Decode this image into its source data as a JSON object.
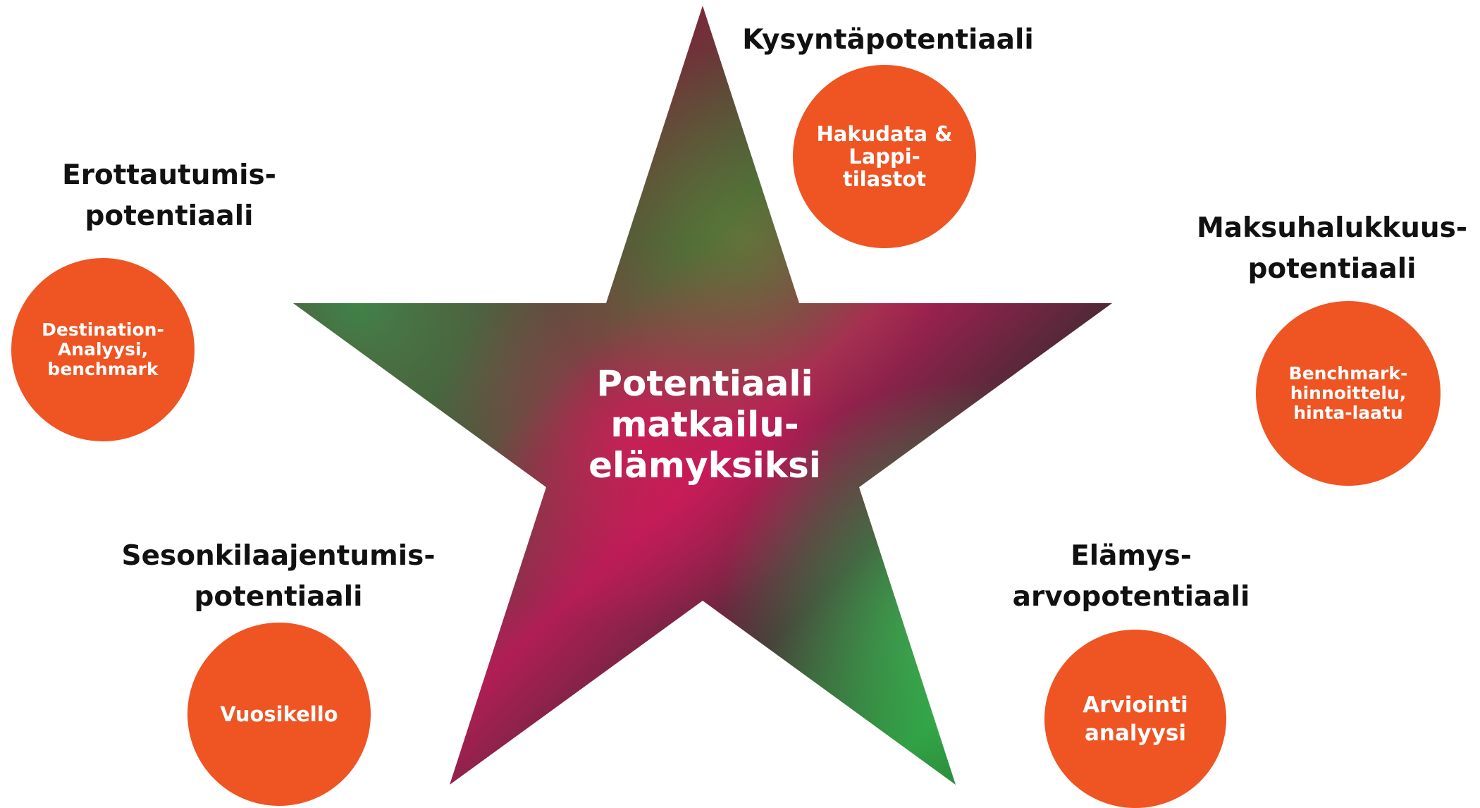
{
  "colors": {
    "accent": "#ef5423",
    "text": "#111111",
    "star_green": "#1f7a3a",
    "star_red": "#a0204a"
  },
  "center": {
    "line1": "Potentiaali",
    "line2": "matkailu-",
    "line3": "elämyksiksi"
  },
  "kysynta": {
    "heading": "Kysyntäpotentiaali",
    "circle": [
      "Hakudata &",
      "Lappi-",
      "tilastot"
    ]
  },
  "erottautumis": {
    "heading": [
      "Erottautumis-",
      "potentiaali"
    ],
    "circle": [
      "Destination-",
      "Analyysi,",
      "benchmark"
    ]
  },
  "maksuhalukkuus": {
    "heading": [
      "Maksuhalukkuus-",
      "potentiaali"
    ],
    "circle": [
      "Benchmark-",
      "hinnoittelu,",
      "hinta-laatu"
    ]
  },
  "sesonki": {
    "heading": [
      "Sesonkilaajentumis-",
      "potentiaali"
    ],
    "circle": [
      "Vuosikello"
    ]
  },
  "elamys": {
    "heading": [
      "Elämys-",
      "arvopotentiaali"
    ],
    "circle": [
      "Arviointi",
      "analyysi"
    ]
  }
}
